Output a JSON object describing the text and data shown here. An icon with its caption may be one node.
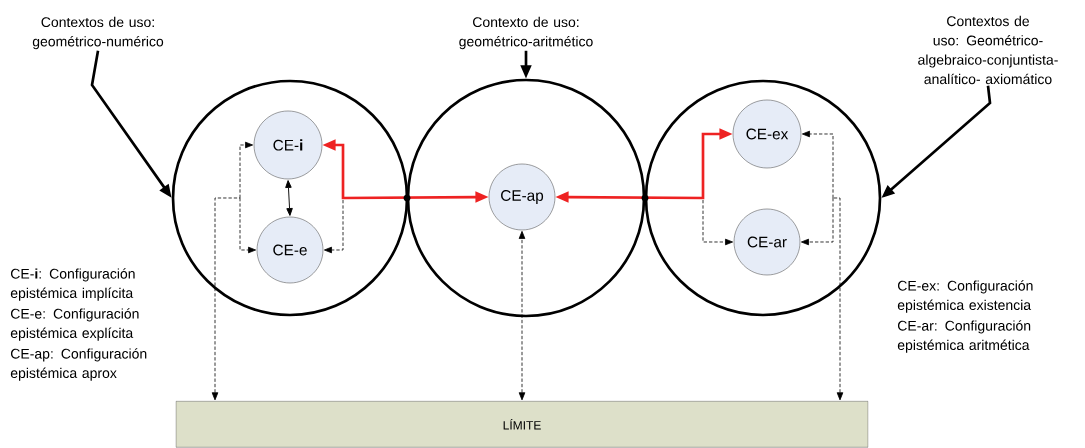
{
  "diagram": {
    "nodes": [
      {
        "text": [
          "Contextos de uso: geométrico-numérico"
        ]
      },
      {
        "text": [
          "Contexto de uso: geométrico-aritmético"
        ]
      },
      {
        "text": [
          "Contextos de uso: Geométrico-algebraico-conjuntista- analítico- axiomático"
        ]
      },
      {
        "text": [],
        "shape": "circle"
      },
      {
        "text": [
          "CE-**i**"
        ],
        "in": 3
      },
      {
        "text": [
          "CE-e"
        ],
        "in": 3
      },
      {
        "text": [],
        "shape": "circle"
      },
      {
        "text": [
          "CE-ap"
        ],
        "in": 6
      },
      {
        "text": [],
        "shape": "circle"
      },
      {
        "text": [
          "CE-ex"
        ],
        "in": 8
      },
      {
        "text": [
          "CE-ar"
        ],
        "in": 8
      },
      {
        "text": [
          "LÍMITE"
        ]
      }
    ],
    "edges": [
      {
        "from": 0,
        "to": 3,
        "arrow": "to",
        "style": "thick"
      },
      {
        "from": 1,
        "to": 6,
        "arrow": "to",
        "style": "thick"
      },
      {
        "from": 2,
        "to": 8,
        "arrow": "to",
        "style": "thick"
      },
      {
        "from": 4,
        "to": 5,
        "arrow": "both"
      },
      {
        "from": 4,
        "to": 7,
        "arrow": "both",
        "style": "thick",
        "color": "#ee2222"
      },
      {
        "from": 9,
        "to": 7,
        "arrow": "both",
        "style": "thick",
        "color": "#ee2222"
      },
      {
        "from": null,
        "to": 5,
        "arrow": "to",
        "style": "dashed"
      },
      {
        "from": null,
        "to": 10,
        "arrow": "to",
        "style": "dashed"
      },
      {
        "from": 11,
        "to": 4,
        "arrow": "both",
        "style": "dashed"
      },
      {
        "from": 11,
        "to": 5,
        "arrow": "both",
        "style": "dashed"
      },
      {
        "from": 11,
        "to": 7,
        "arrow": "both",
        "style": "dashed"
      },
      {
        "from": 11,
        "to": 9,
        "arrow": "both",
        "style": "dashed"
      },
      {
        "from": 11,
        "to": 10,
        "arrow": "both",
        "style": "dashed"
      }
    ],
    "labels": [
      "CE-**i**: Configuración epistémica implícita",
      "CE-e: Configuración epistémica explícita",
      "CE-ap: Configuración epistémica aprox",
      "CE-ex: Configuración epistémica existencia",
      "CE-ar: Configuración epistémica aritmética"
    ]
  }
}
